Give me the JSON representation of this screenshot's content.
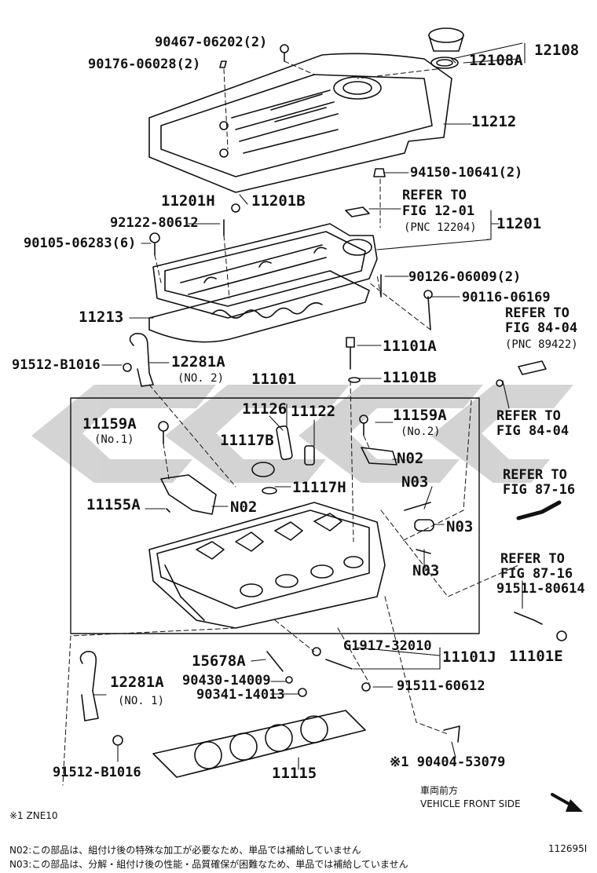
{
  "labels": {
    "p90467": "90467-06202(2)",
    "p90176": "90176-06028(2)",
    "p12108": "12108",
    "p12108A": "12108A",
    "p11212": "11212",
    "p94150": "94150-10641(2)",
    "p11201H": "11201H",
    "p11201B": "11201B",
    "refer12_line1": "REFER TO",
    "refer12_line2": "FIG 12-01",
    "refer12_line3": "(PNC 12204)",
    "p11201": "11201",
    "p92122": "92122-80612",
    "p90105": "90105-06283(6)",
    "p90126": "90126-06009(2)",
    "p90116": "90116-06169",
    "p11213": "11213",
    "refer84a_line1": "REFER TO",
    "refer84a_line2": "FIG 84-04",
    "refer84a_line3": "(PNC 89422)",
    "p11101A": "11101A",
    "p91512a": "91512-B1016",
    "p12281A_top": "12281A",
    "no2_top": "(NO. 2)",
    "p11101B": "11101B",
    "p11101": "11101",
    "p11126": "11126",
    "p11122": "11122",
    "p11159A_a": "11159A",
    "no1_a": "(No.1)",
    "p11159A_b": "11159A",
    "no2_b": "(No.2)",
    "refer84b_line1": "REFER TO",
    "refer84b_line2": "FIG 84-04",
    "p11117B": "11117B",
    "pN02a": "N02",
    "p11117H": "11117H",
    "pN03a": "N03",
    "refer87a_line1": "REFER TO",
    "refer87a_line2": "FIG 87-16",
    "p11155A": "11155A",
    "pN02b": "N02",
    "pN03b": "N03",
    "pN03c": "N03",
    "refer87b_line1": "REFER TO",
    "refer87b_line2": "FIG 87-16",
    "p91511a": "91511-80614",
    "pG1917": "G1917-32010",
    "p11101J": "11101J",
    "p11101E": "11101E",
    "p15678A": "15678A",
    "p90430": "90430-14009",
    "p12281A_bot": "12281A",
    "no1_bot": "(NO. 1)",
    "p90341": "90341-14013",
    "p91511b": "91511-60612",
    "p91512b": "91512-B1016",
    "p11115": "11115",
    "p90404": "※1 90404-53079",
    "front_jp": "車両前方",
    "front_en": "VEHICLE FRONT SIDE",
    "footnote1": "※1 ZNE10",
    "noteN02": "N02:この部品は、組付け後の特殊な加工が必要なため、単品では補給していません",
    "noteN03": "N03:この部品は、分解・組付け後の性能・品質確保が困難なため、単品では補給していません",
    "fig_id": "112695I"
  }
}
